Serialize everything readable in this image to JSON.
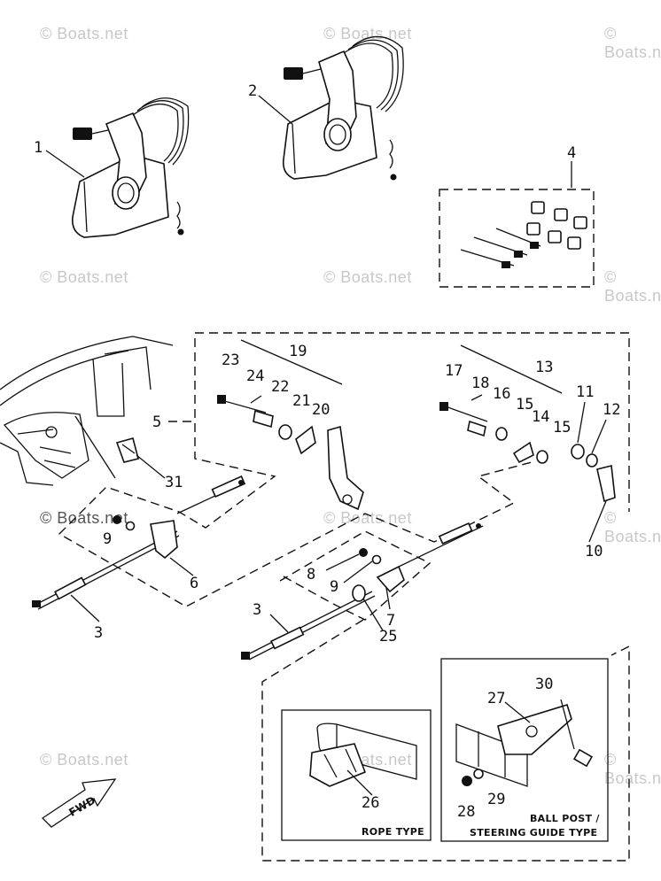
{
  "watermark": "© Boats.net",
  "labels": {
    "p1": "1",
    "p2": "2",
    "p3a": "3",
    "p3b": "3",
    "p4": "4",
    "p5": "5",
    "p6": "6",
    "p7": "7",
    "p8": "8",
    "p9a": "9",
    "p9b": "9",
    "p10": "10",
    "p11": "11",
    "p12": "12",
    "p13": "13",
    "p14": "14",
    "p15a": "15",
    "p15b": "15",
    "p16": "16",
    "p17": "17",
    "p18": "18",
    "p19": "19",
    "p20": "20",
    "p21": "21",
    "p22": "22",
    "p23": "23",
    "p24": "24",
    "p25": "25",
    "p26": "26",
    "p27": "27",
    "p28": "28",
    "p29": "29",
    "p30": "30",
    "p31": "31"
  },
  "captions": {
    "rope": "ROPE TYPE",
    "ballpost_1": "BALL POST /",
    "ballpost_2": "STEERING GUIDE TYPE",
    "fwd": "FWD"
  }
}
